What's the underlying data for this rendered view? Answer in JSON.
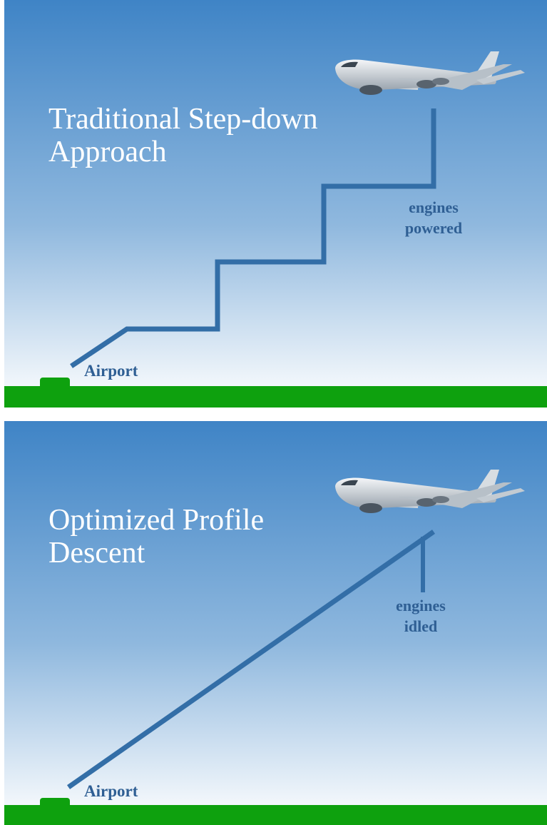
{
  "panels": [
    {
      "title_line1": "Traditional Step-down",
      "title_line2": "Approach",
      "engine_label_line1": "engines",
      "engine_label_line2": "powered",
      "airport_label": "Airport"
    },
    {
      "title_line1": "Optimized Profile",
      "title_line2": "Descent",
      "engine_label_line1": "engines",
      "engine_label_line2": "idled",
      "airport_label": "Airport"
    }
  ],
  "colors": {
    "sky_top": "#3f84c6",
    "sky_bottom": "#ffffff",
    "path": "#336ea7",
    "label": "#2f5f94",
    "ground": "#0ea10e",
    "title": "#ffffff"
  },
  "icons": {
    "plane": "airliner-icon",
    "airport": "airport-building-icon"
  }
}
